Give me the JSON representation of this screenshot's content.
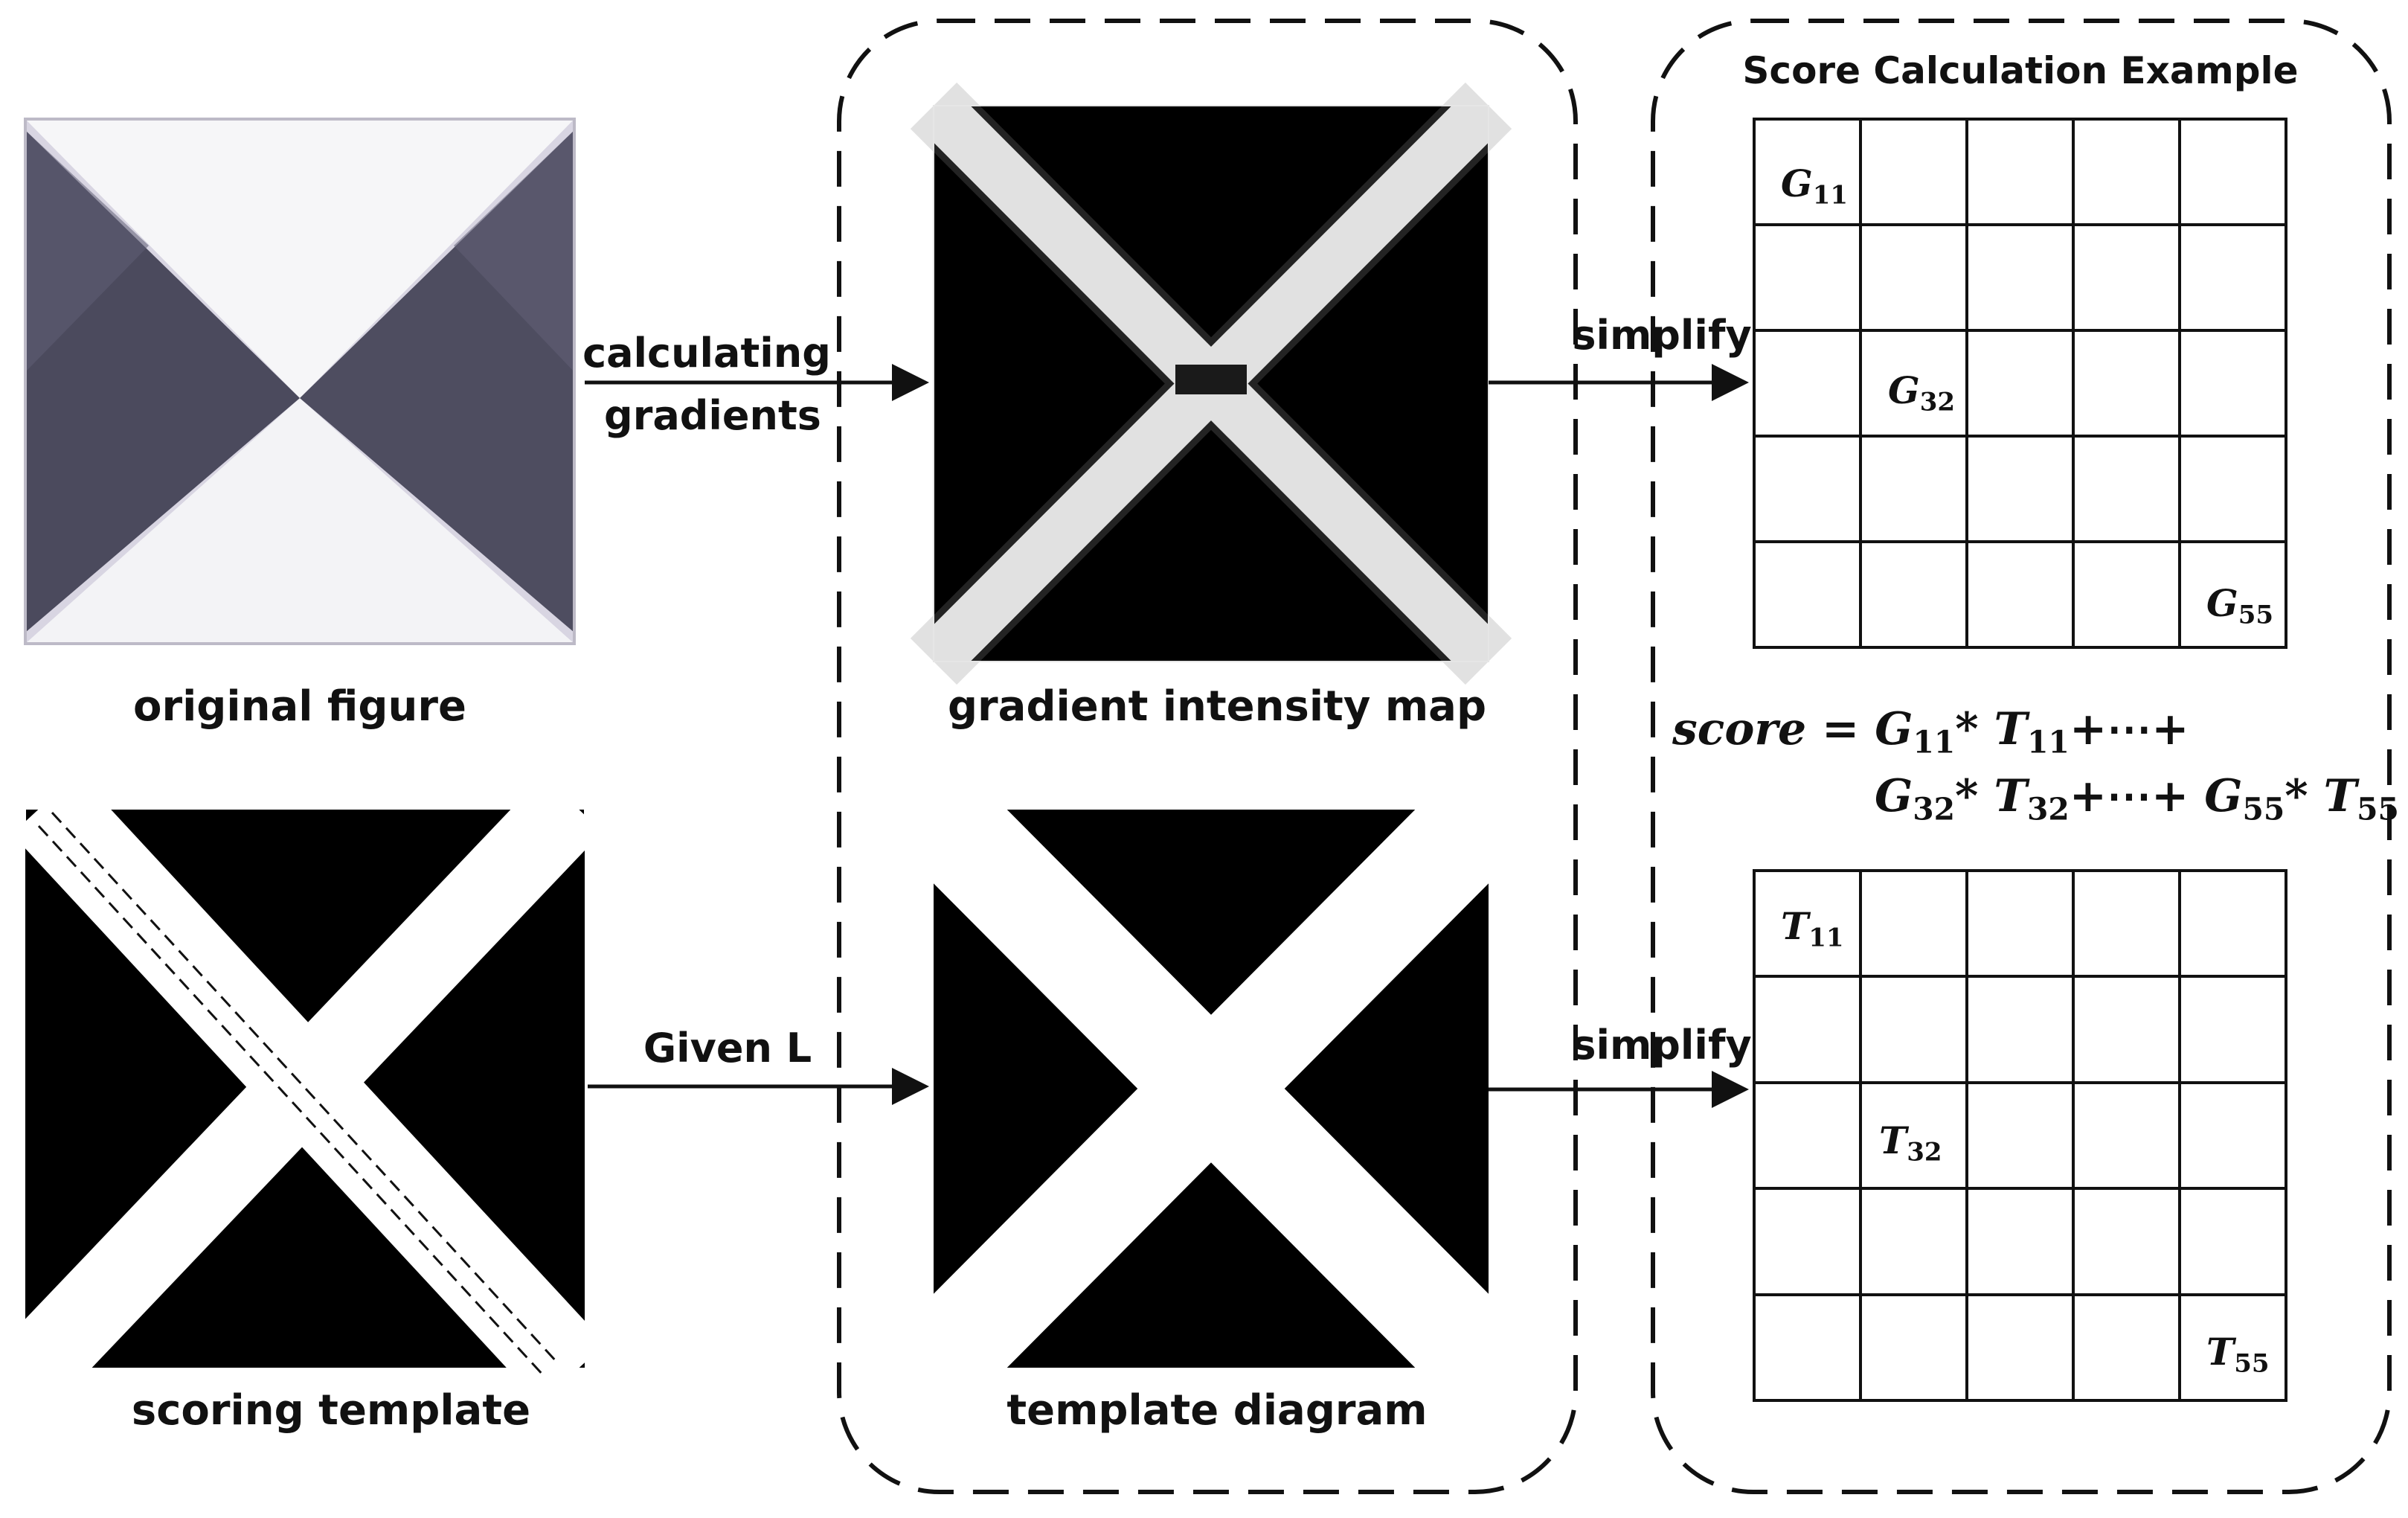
{
  "labels": {
    "original": "original figure",
    "gradient_map": "gradient intensity map",
    "scoring_template": "scoring template",
    "template_diagram": "template diagram",
    "score_title": "Score Calculation Example"
  },
  "arrows": {
    "calc_line1": "calculating",
    "calc_line2": "gradients",
    "given_l": "Given L",
    "simplify_top": "simplify",
    "simplify_bottom": "simplify"
  },
  "template_mark": "L",
  "grid_top": {
    "cells": [
      {
        "var": "G",
        "sub": "11"
      },
      {
        "var": "G",
        "sub": "32"
      },
      {
        "var": "G",
        "sub": "55"
      }
    ]
  },
  "grid_bottom": {
    "cells": [
      {
        "var": "T",
        "sub": "11"
      },
      {
        "var": "T",
        "sub": "32"
      },
      {
        "var": "T",
        "sub": "55"
      }
    ]
  },
  "formula": {
    "score": "score",
    "eq": "=",
    "g11": "G",
    "g11_sub": "11",
    "t11": "T",
    "t11_sub": "11",
    "g32": "G",
    "g32_sub": "32",
    "t32": "T",
    "t32_sub": "32",
    "g55": "G",
    "g55_sub": "55",
    "t55": "T",
    "t55_sub": "55",
    "star": "*",
    "plus_dots": "+⋯+"
  }
}
